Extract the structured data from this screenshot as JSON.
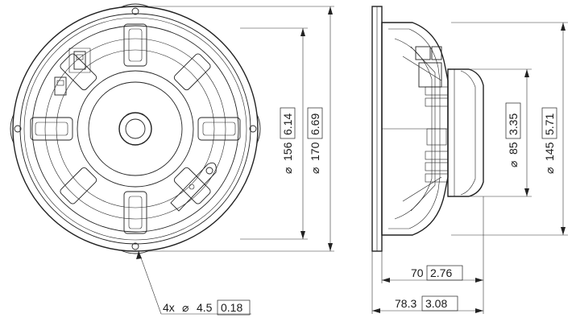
{
  "front_view": {
    "dim_inner": {
      "mm": "156",
      "inch": "6.14"
    },
    "dim_outer": {
      "mm": "170",
      "inch": "6.69"
    },
    "holes": {
      "count": "4x",
      "mm": "4.5",
      "inch": "0.18"
    }
  },
  "side_view": {
    "dim_magnet": {
      "mm": "85",
      "inch": "3.35"
    },
    "dim_basket": {
      "mm": "145",
      "inch": "5.71"
    },
    "depth_inner": {
      "mm": "70",
      "inch": "2.76"
    },
    "depth_total": {
      "mm": "78.3",
      "inch": "3.08"
    }
  },
  "symbols": {
    "diameter": "⌀"
  }
}
